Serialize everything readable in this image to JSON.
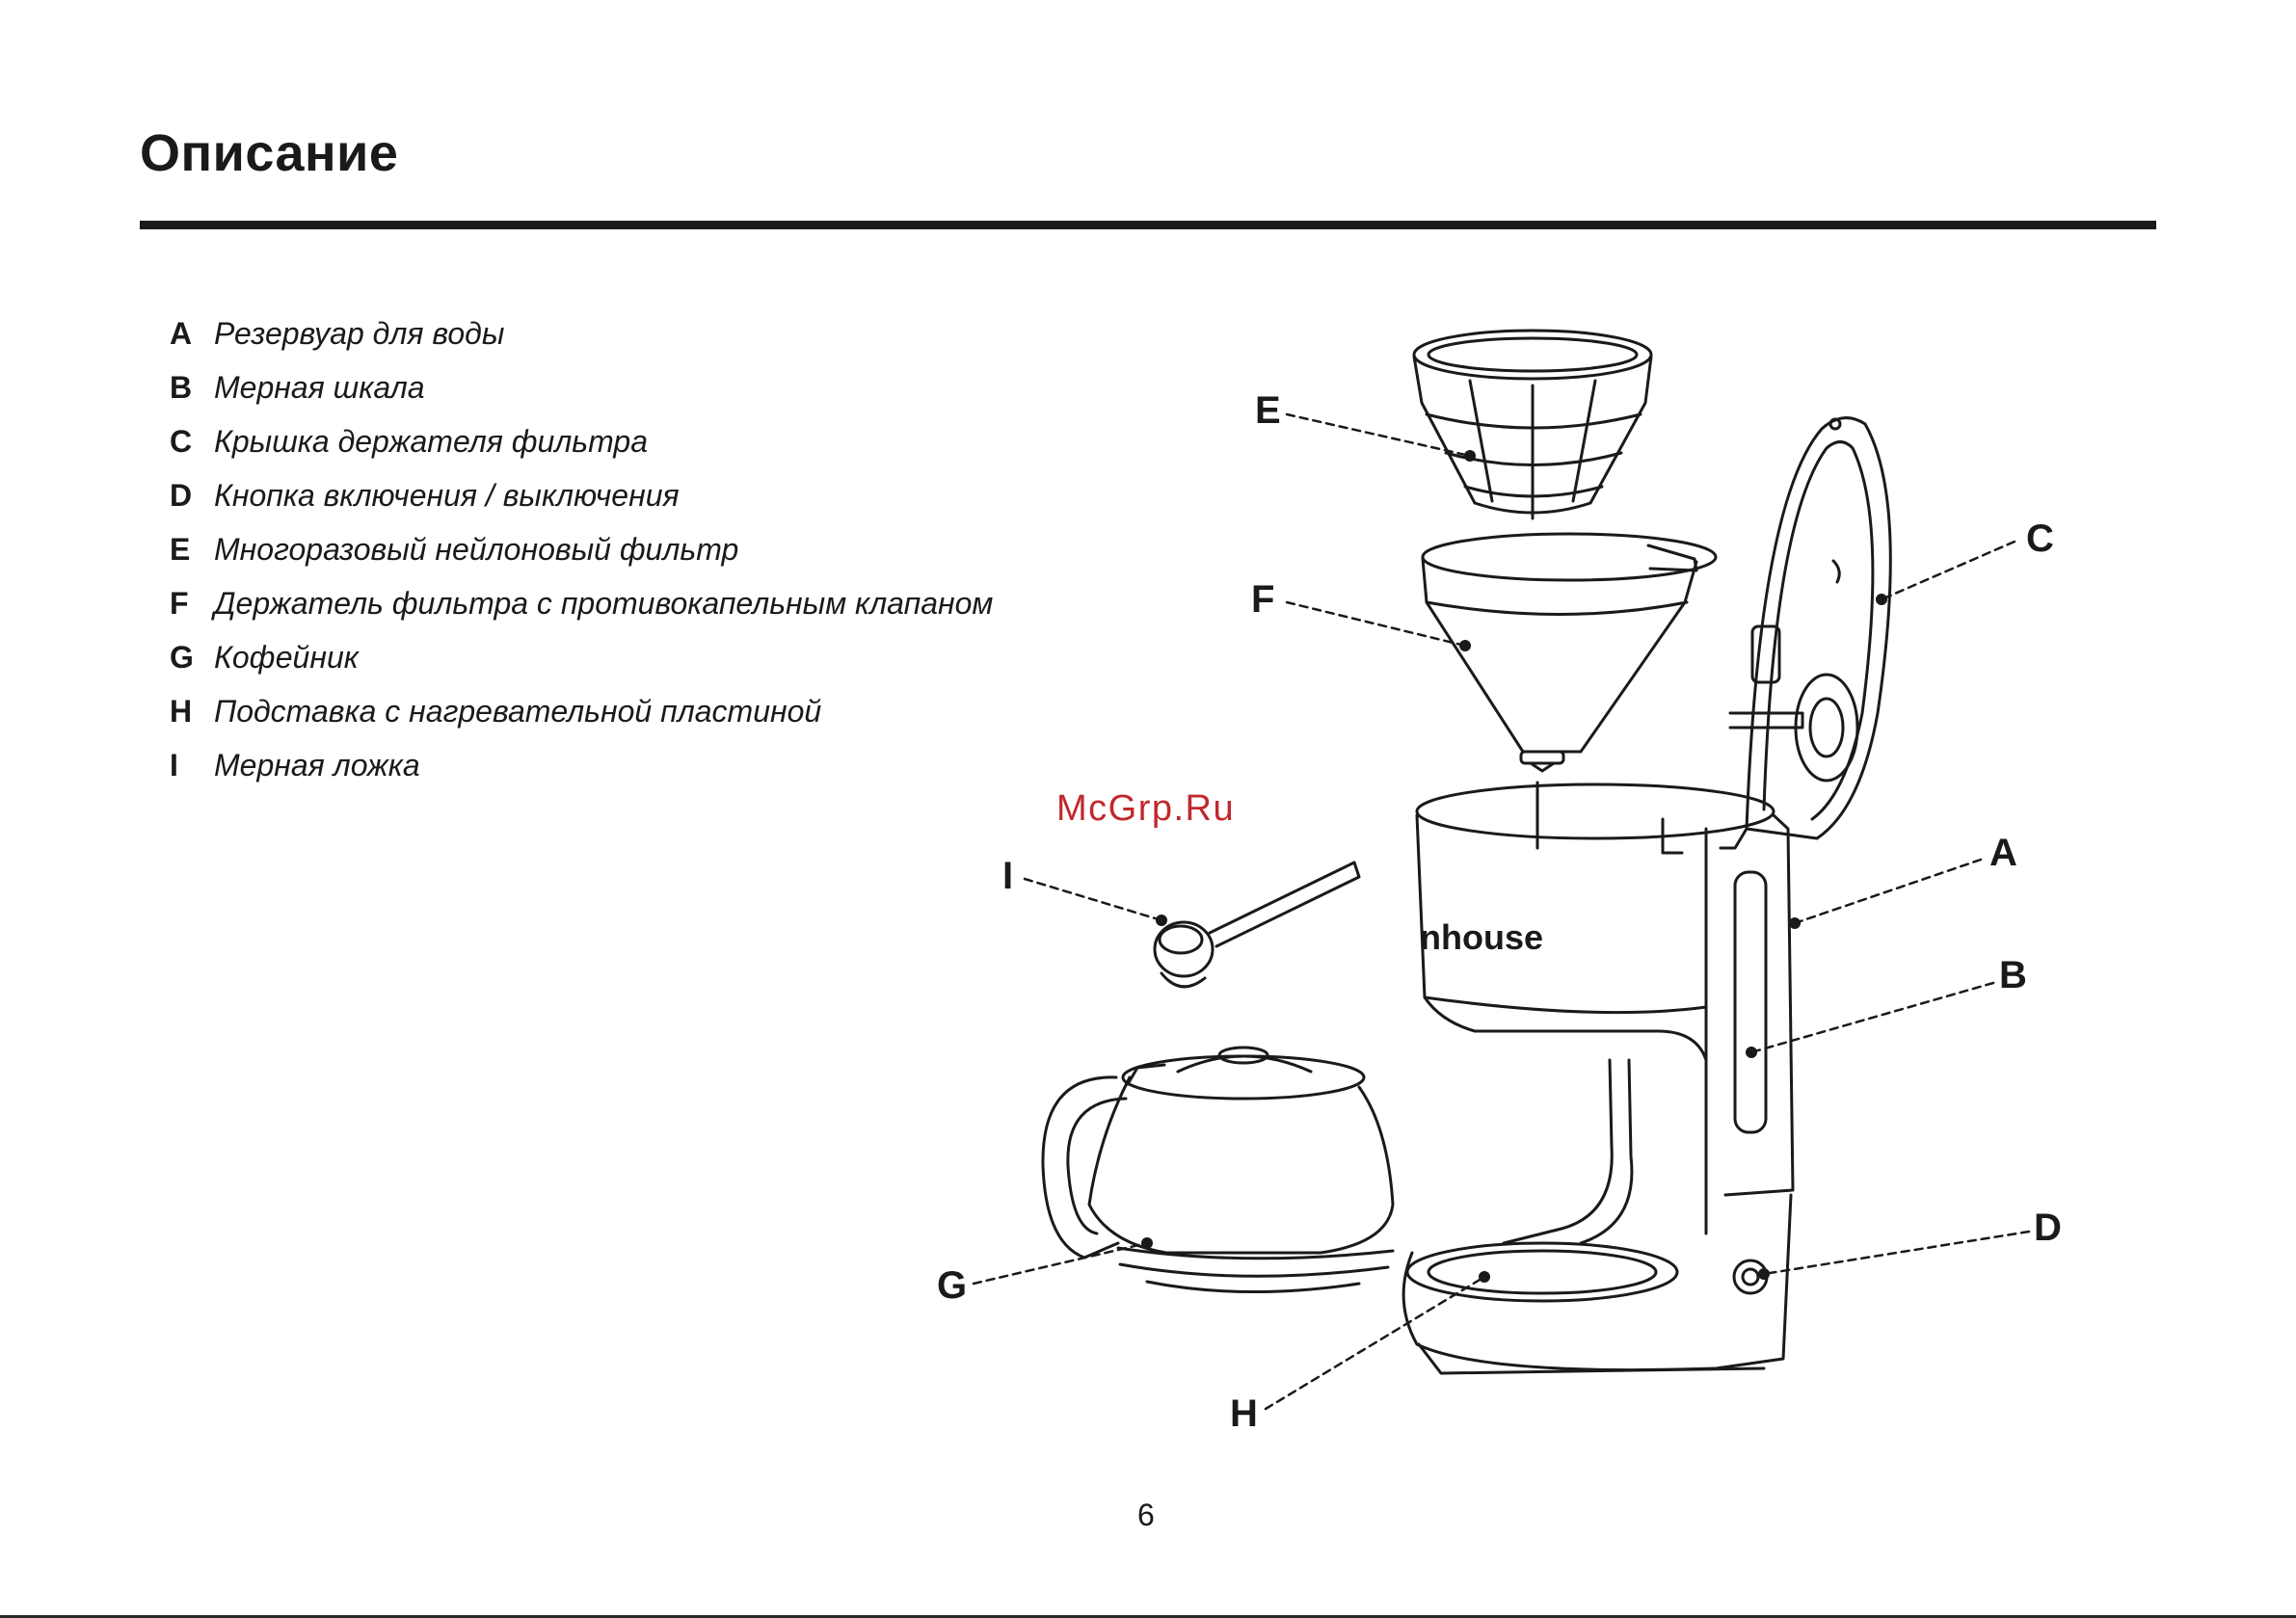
{
  "page": {
    "title": "Описание",
    "number": "6"
  },
  "legend": [
    {
      "letter": "A",
      "text": "Резервуар для воды"
    },
    {
      "letter": "B",
      "text": "Мерная шкала"
    },
    {
      "letter": "C",
      "text": "Крышка держателя фильтра"
    },
    {
      "letter": "D",
      "text": "Кнопка включения / выключения"
    },
    {
      "letter": "E",
      "text": "Многоразовый нейлоновый фильтр"
    },
    {
      "letter": "F",
      "text": "Держатель фильтра с противокапельным клапаном"
    },
    {
      "letter": "G",
      "text": "Кофейник"
    },
    {
      "letter": "H",
      "text": "Подставка с нагревательной пластиной"
    },
    {
      "letter": "I",
      "text": "Мерная ложка"
    }
  ],
  "diagram": {
    "brand_text": "nhouse",
    "callouts": [
      "E",
      "F",
      "C",
      "I",
      "A",
      "B",
      "D",
      "G",
      "H"
    ]
  },
  "watermark": "McGrp.Ru"
}
